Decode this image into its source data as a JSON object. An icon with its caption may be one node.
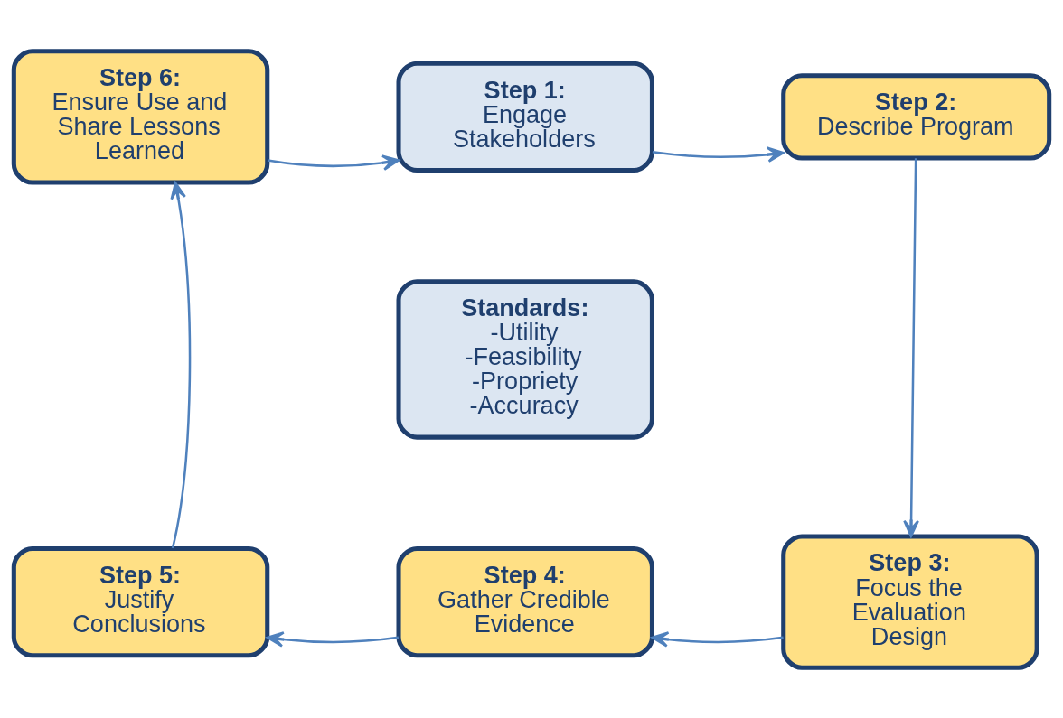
{
  "diagram": {
    "nodes": [
      {
        "text": [
          "Step 1:",
          "Engage Stakeholders"
        ]
      },
      {
        "text": [
          "Step 2:",
          "Describe Program"
        ]
      },
      {
        "text": [
          "Step 3:",
          "Focus the Evaluation Design"
        ]
      },
      {
        "text": [
          "Step 4:",
          "Gather Credible Evidence"
        ]
      },
      {
        "text": [
          "Step 5:",
          "Justify Conclusions"
        ]
      },
      {
        "text": [
          "Step 6:",
          "Ensure Use and Share Lessons Learned"
        ]
      },
      {
        "text": [
          "Standards:",
          "-Utility",
          "-Feasibility",
          "-Propriety",
          "-Accuracy"
        ]
      }
    ],
    "edges": [
      {
        "from": 0,
        "to": 1,
        "arrow": "to"
      },
      {
        "from": 1,
        "to": 2,
        "arrow": "to"
      },
      {
        "from": 2,
        "to": 3,
        "arrow": "to"
      },
      {
        "from": 3,
        "to": 4,
        "arrow": "to"
      },
      {
        "from": 4,
        "to": 5,
        "arrow": "to"
      },
      {
        "from": 5,
        "to": 0,
        "arrow": "to"
      }
    ]
  }
}
